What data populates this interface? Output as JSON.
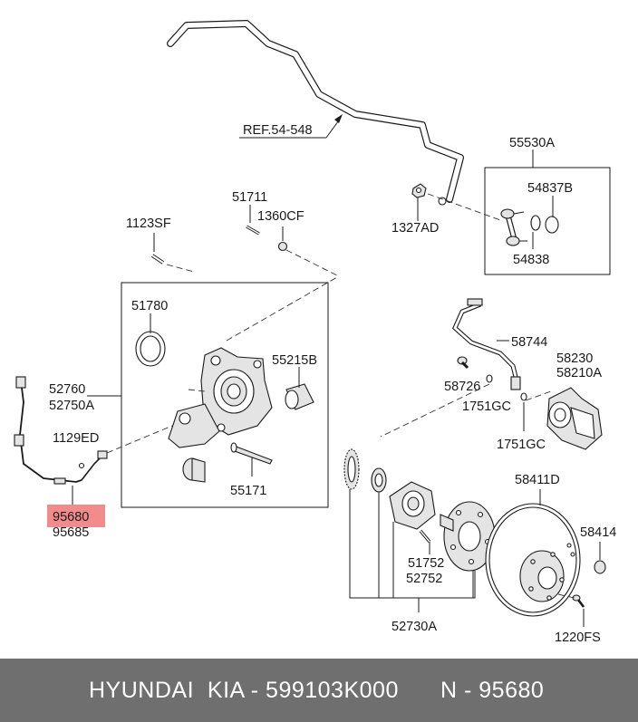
{
  "labels": {
    "ref": "REF.54-548",
    "p55530a": "55530A",
    "p54837b": "54837B",
    "p54838": "54838",
    "p1327ad": "1327AD",
    "p51711": "51711",
    "p1360cf": "1360CF",
    "p1123sf": "1123SF",
    "p51780": "51780",
    "p55215b": "55215B",
    "p52760": "52760",
    "p52750a": "52750A",
    "p1129ed": "1129ED",
    "p95680": "95680",
    "p95685": "95685",
    "p55171": "55171",
    "p58744": "58744",
    "p58726": "58726",
    "p1751gc_a": "1751GC",
    "p1751gc_b": "1751GC",
    "p58230": "58230",
    "p58210a": "58210A",
    "p58411d": "58411D",
    "p58414": "58414",
    "p51752": "51752",
    "p52752": "52752",
    "p52730a": "52730A",
    "p1220fs": "1220FS"
  },
  "highlight": {
    "part": "95680",
    "color": "#f28b8b"
  },
  "footer": {
    "brand": "HYUNDAI  KIA - 599103K000",
    "code": "N - 95680",
    "background": "#6f6f6f"
  }
}
